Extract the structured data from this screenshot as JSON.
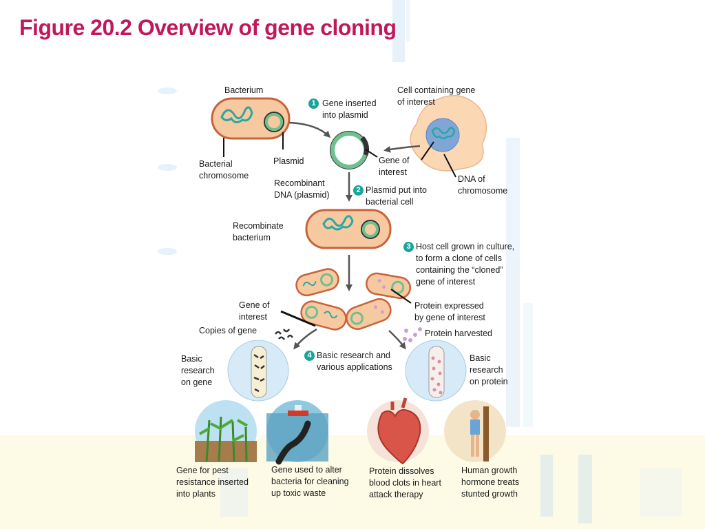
{
  "title": "Figure 20.2 Overview of gene cloning",
  "labels": {
    "bacterium": "Bacterium",
    "cell_containing_gene": "Cell containing gene\nof interest",
    "step1": "Gene inserted\ninto plasmid",
    "bacterial_chromosome": "Bacterial\nchromosome",
    "plasmid": "Plasmid",
    "gene_of_interest_top": "Gene of\ninterest",
    "dna_of_chromosome": "DNA of\nchromosome",
    "recombinant_dna": "Recombinant\nDNA (plasmid)",
    "step2": "Plasmid put into\nbacterial cell",
    "recombinate_bacterium": "Recombinate\nbacterium",
    "step3": "Host cell grown in culture,\nto form a clone of cells\ncontaining the “cloned”\ngene of interest",
    "gene_of_interest_mid": "Gene of\ninterest",
    "protein_expressed": "Protein expressed\nby gene of interest",
    "copies_of_gene": "Copies of gene",
    "protein_harvested": "Protein harvested",
    "step4": "Basic research and\nvarious applications",
    "basic_research_gene": "Basic\nresearch\non gene",
    "basic_research_protein": "Basic\nresearch\non protein",
    "app_plants": "Gene for pest\nresistance inserted\ninto plants",
    "app_bacteria": "Gene used to alter\nbacteria for cleaning\nup toxic waste",
    "app_heart": "Protein dissolves\nblood clots in heart\nattack therapy",
    "app_growth": "Human growth\nhormone treats\nstunted growth"
  },
  "step_numbers": [
    "1",
    "2",
    "3",
    "4"
  ],
  "colors": {
    "title": "#c2185b",
    "step_circle": "#1aa59a",
    "bacterium_fill": "#f7c9a0",
    "bacterium_outline": "#c8623a",
    "dna": "#2aa7a0",
    "plasmid": "#6fc08f",
    "cell_fill": "#fbd7b4",
    "nucleus": "#7fa6d6",
    "protein_dot": "#c9a0d6"
  }
}
